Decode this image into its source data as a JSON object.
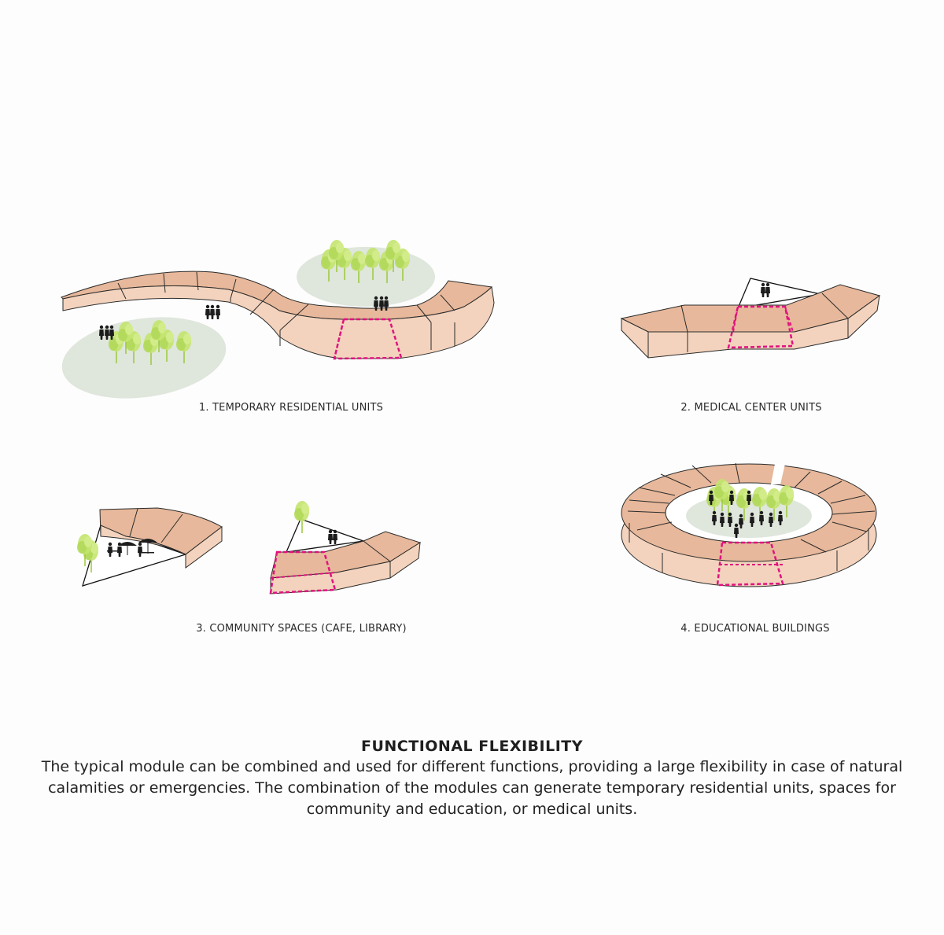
{
  "colors": {
    "module_top": "#e7b89b",
    "module_side": "#f3d3bd",
    "module_edge": "#2b2b2b",
    "highlight_dash": "#e0127f",
    "plaza": "#dfe6dc",
    "tree": "#b9e067",
    "tree_trunk": "#9bc83c",
    "people": "#1c1c1c"
  },
  "scenarios": [
    {
      "id": 1,
      "caption": "1. TEMPORARY RESIDENTIAL UNITS",
      "icons": [
        "s-curve-modules",
        "tree-icon",
        "people-icon",
        "plaza"
      ]
    },
    {
      "id": 2,
      "caption": "2. MEDICAL CENTER UNITS",
      "icons": [
        "straight-modules",
        "people-icon"
      ]
    },
    {
      "id": 3,
      "caption": "3. COMMUNITY SPACES (CAFE, LIBRARY)",
      "icons": [
        "arc-modules",
        "cafe-umbrella-icon",
        "tree-icon",
        "people-icon"
      ]
    },
    {
      "id": 4,
      "caption": "4. EDUCATIONAL BUILDINGS",
      "icons": [
        "ring-modules",
        "tree-icon",
        "people-icon",
        "plaza"
      ]
    }
  ],
  "footer": {
    "heading": "FUNCTIONAL FLEXIBILITY",
    "body": "The typical module can be combined and used for different functions, providing a large flexibility in case of natural calamities or emergencies. The combination of the modules can generate temporary residential units, spaces for community and education, or medical units."
  }
}
